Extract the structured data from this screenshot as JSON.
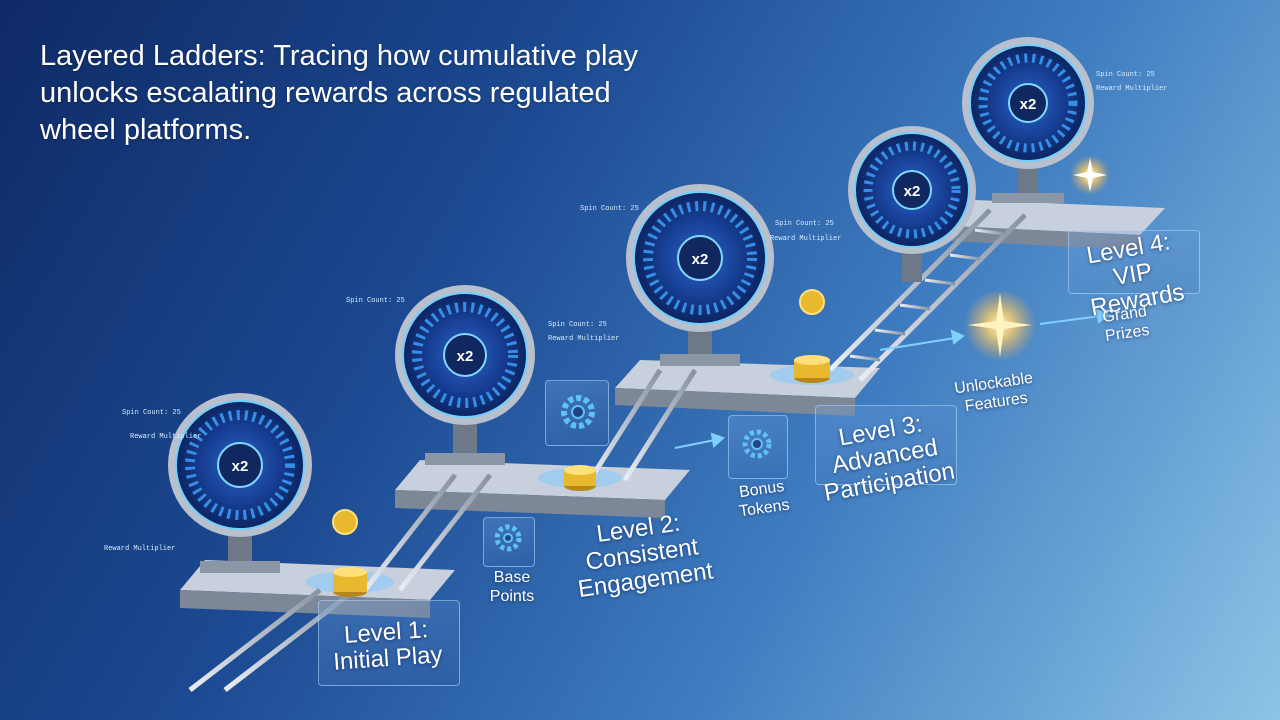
{
  "title": "Layered Ladders: Tracing how cumulative play unlocks escalating rewards across regulated wheel platforms.",
  "levels": [
    {
      "label": "Level 1: Initial Play",
      "wheel_text": "x2",
      "stat1": "Spin Count: 25",
      "stat2": "Reward Multiplier"
    },
    {
      "label": "Level 2: Consistent Engagement",
      "wheel_text": "x2",
      "stat1": "Spin Count: 25",
      "stat2": "Reward Multiplier"
    },
    {
      "label": "Level 3: Advanced Participation",
      "wheel_text": "x2",
      "stat1": "Spin Count: 25",
      "stat2": "Reward Multiplier"
    },
    {
      "label": "Level 4: VIP Rewards",
      "wheel_text": "x2",
      "stat1": "Spin Count: 25",
      "stat2": "Reward Multiplier"
    }
  ],
  "rewards": [
    {
      "label": "Base Points"
    },
    {
      "label": "Bonus Tokens"
    },
    {
      "label": "Unlockable Features"
    },
    {
      "label": "Grand Prizes"
    }
  ],
  "colors": {
    "accent": "#4fc3ff",
    "gold": "#e8b92e",
    "platform": "#aab3c2"
  }
}
